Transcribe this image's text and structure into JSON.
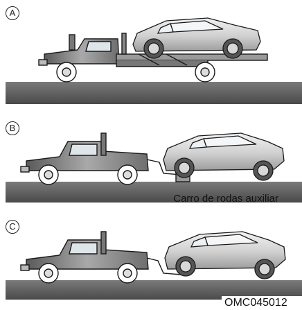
{
  "panels": [
    {
      "marker": "A"
    },
    {
      "marker": "B",
      "caption": "Carro de rodas auxiliar"
    },
    {
      "marker": "C"
    }
  ],
  "figure_code": "OMC045012",
  "colors": {
    "ground": "#6e6e6e",
    "truck_body": "#8d8d8d",
    "truck_dark": "#4f4f4f",
    "car_body": "#d7d7d7",
    "outline": "#1a1a1a"
  }
}
